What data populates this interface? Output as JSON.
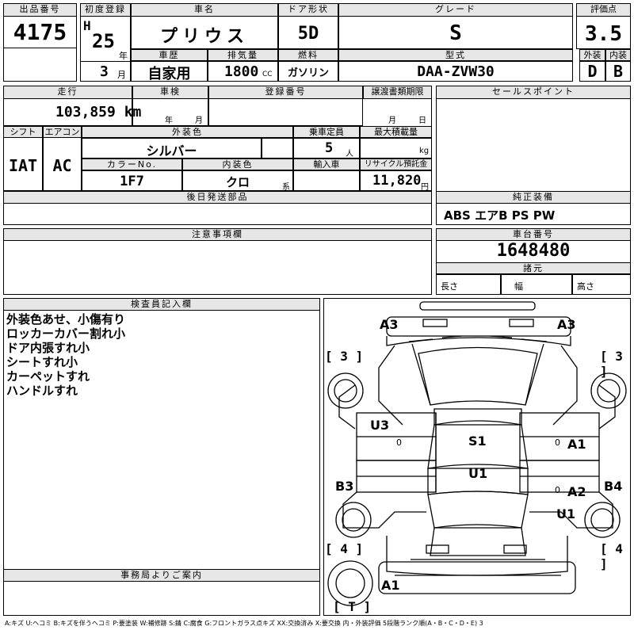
{
  "top": {
    "lot_no_label": "出品番号",
    "lot_no": "4175",
    "first_reg_label": "初度登録",
    "era": "H",
    "year": "25",
    "year_unit": "年",
    "month": "3",
    "month_unit": "月",
    "car_name_label": "車名",
    "car_name": "プリウス",
    "door_label": "ドア形状",
    "door": "5D",
    "grade_label": "グレード",
    "grade": "S",
    "score_label": "評価点",
    "score": "3.5",
    "history_label": "車歴",
    "history": "自家用",
    "displacement_label": "排気量",
    "displacement": "1800",
    "displacement_unit": "CC",
    "fuel_label": "燃料",
    "fuel": "ガソリン",
    "model_label": "型式",
    "model": "DAA-ZVW30",
    "ext_label": "外装",
    "ext_grade": "D",
    "int_label": "内装",
    "int_grade": "B"
  },
  "row2": {
    "mileage_label": "走行",
    "mileage": "103,859 km",
    "inspection_label": "車検",
    "year_unit": "年",
    "month_unit": "月",
    "reg_no_label": "登録番号",
    "transfer_label": "譲渡書類期限",
    "month_unit2": "月",
    "day_unit": "日",
    "shift_label": "シフト",
    "shift": "IAT",
    "ac_label": "エアコン",
    "ac": "AC",
    "color_label": "外装色",
    "color": "シルバー",
    "capacity_label": "乗車定員",
    "capacity": "5",
    "capacity_unit": "人",
    "load_label": "最大積載量",
    "load_unit": "kg",
    "color_no_label": "カラーNo.",
    "color_no": "1F7",
    "interior_label": "内装色",
    "interior": "クロ",
    "interior_unit": "系",
    "import_label": "輸入車",
    "recycle_label": "リサイクル預託金",
    "recycle": "11,820",
    "recycle_unit": "円",
    "later_label": "後日発送部品"
  },
  "right": {
    "sales_label": "セールスポイント",
    "equip_label": "純正装備",
    "equip": "ABS エアB PS PW",
    "chassis_label": "車台番号",
    "chassis": "1648480",
    "spec_label": "諸元",
    "length_label": "長さ",
    "width_label": "幅",
    "height_label": "高さ"
  },
  "notes": {
    "caution_label": "注意事項欄",
    "inspector_label": "検査員記入欄",
    "lines": [
      "外装色あせ、小傷有り",
      "ロッカーカバー割れ小",
      "ドア内張すれ小",
      "シートすれ小",
      "カーペットすれ",
      "ハンドルすれ"
    ],
    "office_label": "事務局よりご案内"
  },
  "diagram": {
    "marks": {
      "a3_left": "A3",
      "a3_right": "A3",
      "b3_left": "[ 3 ]",
      "b3_right": "[ 3 ]",
      "u3": "U3",
      "s1": "S1",
      "u1_center": "U1",
      "a1_right": "A1",
      "b3": "B3",
      "a2": "A2",
      "b4": "B4",
      "u1_right": "U1",
      "b4_left": "[ 4 ]",
      "b4_right": "[ 4 ]",
      "a1_bottom": "A1",
      "t": "[ T ]",
      "zero_left": "0",
      "zero_right1": "0",
      "zero_right2": "0"
    }
  },
  "legend": "A:キズ U:ヘコミ B:キズを伴うヘコミ P:要塗装 W:補修跡 S:錆 C:腐食 G:フロントガラス点キズ XX:交換済み X:要交換 内・外装評価 5段階ランク順(A・B・C・D・E) 3"
}
